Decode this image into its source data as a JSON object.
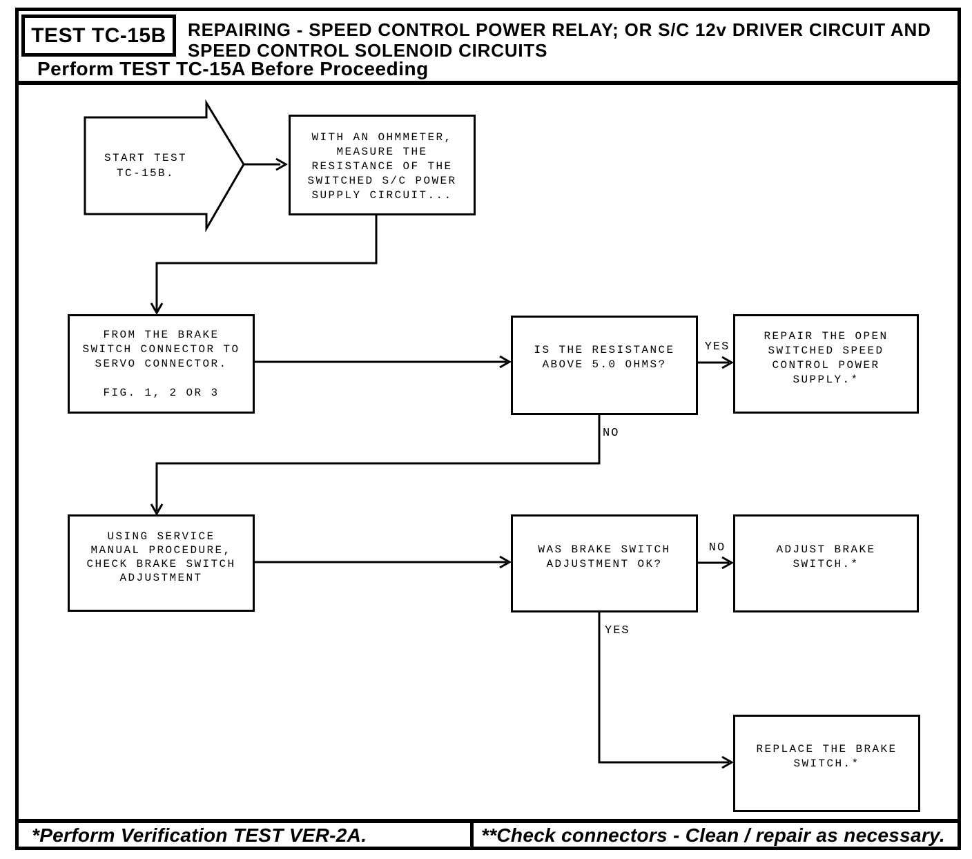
{
  "header": {
    "test_id": "TEST TC-15B",
    "title": "REPAIRING - SPEED CONTROL POWER RELAY; OR S/C 12v DRIVER CIRCUIT AND\nSPEED CONTROL SOLENOID CIRCUITS",
    "subtitle": "Perform TEST TC-15A Before Proceeding"
  },
  "flowchart": {
    "nodes": {
      "start": "START TEST\nTC-15B.",
      "measure": "WITH AN OHMMETER,\nMEASURE THE\nRESISTANCE OF THE\nSWITCHED S/C POWER\nSUPPLY CIRCUIT...",
      "from_brake": "FROM THE BRAKE\nSWITCH CONNECTOR TO\nSERVO CONNECTOR.\n\nFIG. 1, 2 OR 3",
      "resistance_question": "IS THE RESISTANCE\nABOVE 5.0 OHMS?",
      "repair_supply": "REPAIR THE OPEN\nSWITCHED SPEED\nCONTROL POWER\nSUPPLY.*",
      "check_adjustment": "USING SERVICE\nMANUAL PROCEDURE,\nCHECK BRAKE SWITCH\nADJUSTMENT",
      "adjustment_question": "WAS BRAKE SWITCH\nADJUSTMENT OK?",
      "adjust_switch": "ADJUST BRAKE\nSWITCH.*",
      "replace_switch": "REPLACE THE BRAKE\nSWITCH.*"
    },
    "edge_labels": {
      "resistance_yes": "YES",
      "resistance_no": "NO",
      "adjustment_no": "NO",
      "adjustment_yes": "YES"
    }
  },
  "footer": {
    "left_note": "*Perform Verification TEST VER-2A.",
    "right_note": "**Check connectors - Clean / repair as necessary."
  }
}
